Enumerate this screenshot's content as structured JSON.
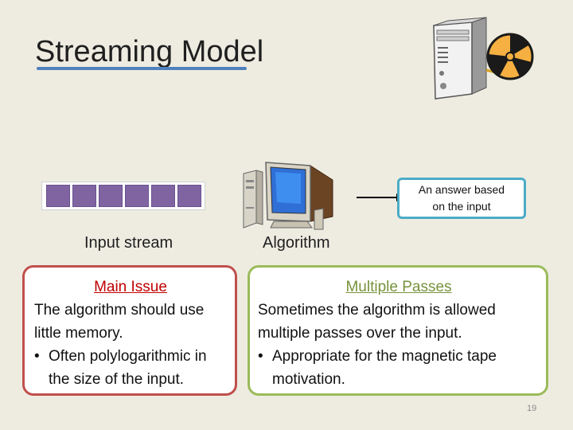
{
  "slide": {
    "title": "Streaming Model",
    "page_number": "19"
  },
  "colors": {
    "title_underline": "#4f81bd",
    "stream_cell": "#8064a2",
    "answer_border": "#4bacc6",
    "left_border": "#c0504d",
    "left_heading": "#c00000",
    "right_border": "#9bbb59",
    "right_heading": "#77933c"
  },
  "diagram": {
    "input_stream_label": "Input stream",
    "algorithm_label": "Algorithm",
    "answer_text_line1": "An answer based",
    "answer_text_line2": "on the input",
    "stream_cell_count": 6,
    "icons": [
      "server-tower-icon",
      "tape-reel-icon",
      "desktop-computer-icon",
      "arrow-right-icon"
    ]
  },
  "left_box": {
    "heading": "Main Issue",
    "text": "The algorithm should use little memory.",
    "bullet": "Often polylogarithmic in the size of the input."
  },
  "right_box": {
    "heading": "Multiple Passes",
    "text": "Sometimes the algorithm is allowed multiple passes over the input.",
    "bullet": "Appropriate for the magnetic tape motivation."
  }
}
